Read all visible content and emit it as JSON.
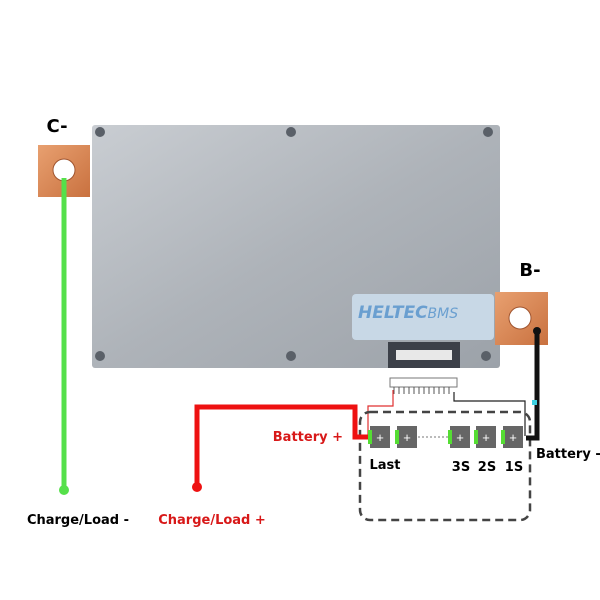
{
  "terminals": {
    "c_minus": "C-",
    "b_minus": "B-"
  },
  "brand": {
    "logo_text": "HELTEC",
    "logo_suffix": "BMS"
  },
  "labels": {
    "battery_plus": "Battery +",
    "battery_minus": "Battery -",
    "charge_load_minus": "Charge/Load -",
    "charge_load_plus": "Charge/Load +"
  },
  "cells": [
    {
      "label": "Last"
    },
    {
      "label": ""
    },
    {
      "label": "3S"
    },
    {
      "label": "2S"
    },
    {
      "label": "1S"
    }
  ],
  "cell_symbol": "+",
  "colors": {
    "green_wire": "#55e04a",
    "red_wire": "#ee1111",
    "black_wire": "#111111",
    "copper": "#d98a55",
    "cell": "#666666",
    "red_label": "#d81818"
  }
}
